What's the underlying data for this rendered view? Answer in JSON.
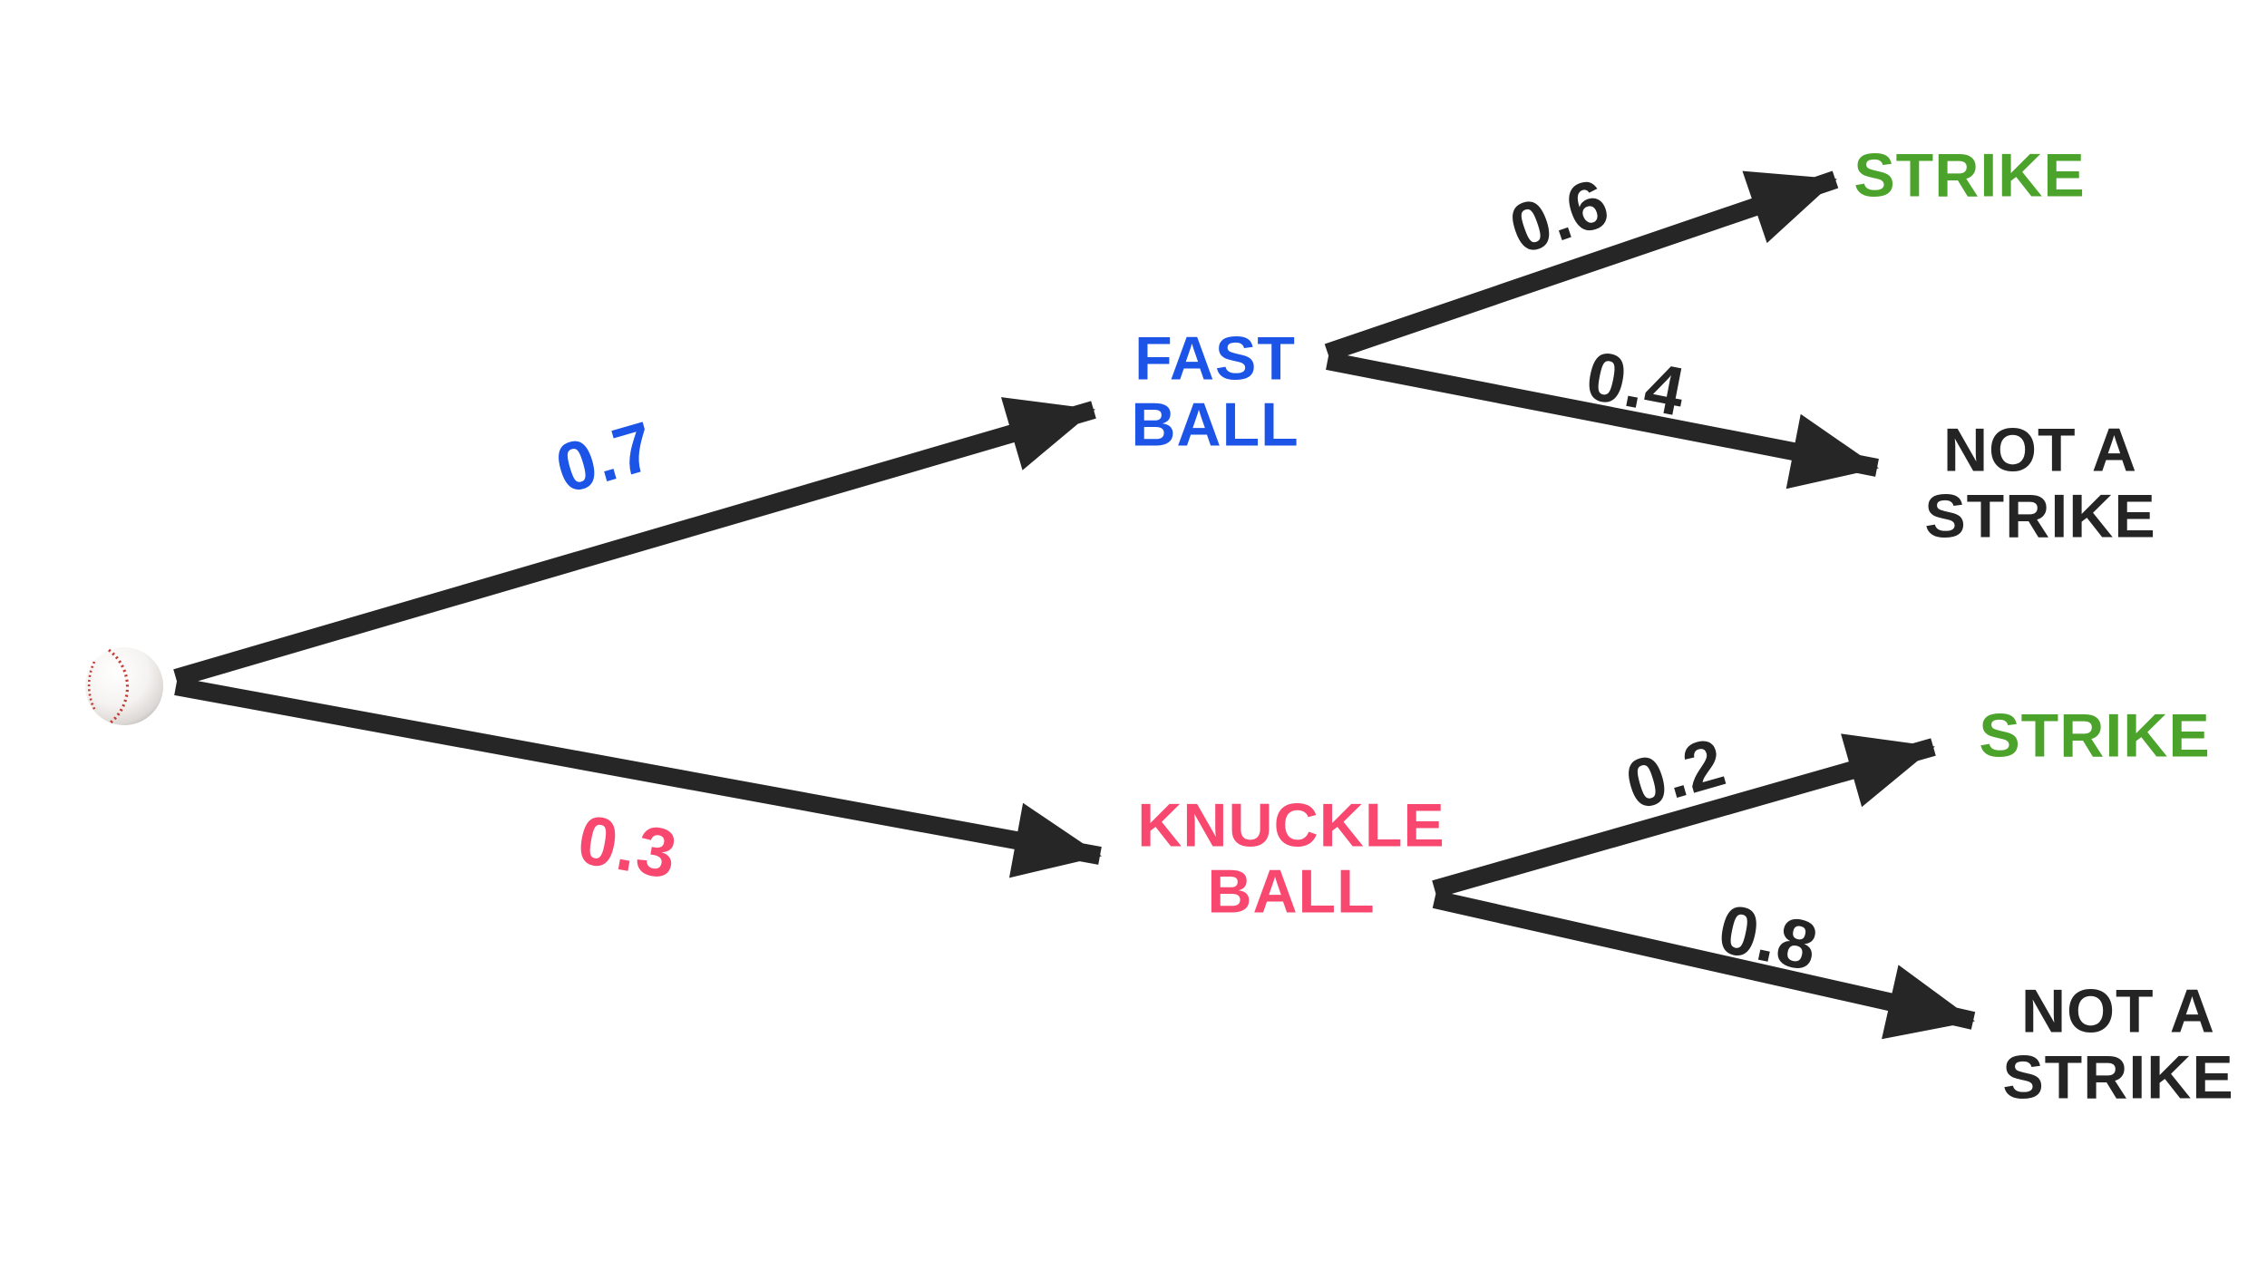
{
  "colors": {
    "background": "#FFFFFF",
    "branch_arrow_black": "#262626",
    "fastball_blue": "#1C54E8",
    "knuckleball_pink": "#F8486F",
    "strike_green": "#4CA32B",
    "outcome_black": "#242424",
    "baseball_stitch_red": "#C43B35"
  },
  "tree": {
    "root": {
      "icon": "baseball-icon"
    },
    "branches": [
      {
        "probability": "0.7",
        "label": "FAST\nBALL",
        "color": "#1C54E8",
        "children": [
          {
            "probability": "0.6",
            "label": "STRIKE",
            "color": "#4CA32B"
          },
          {
            "probability": "0.4",
            "label": "NOT A\nSTRIKE",
            "color": "#242424"
          }
        ]
      },
      {
        "probability": "0.3",
        "label": "KNUCKLE\nBALL",
        "color": "#F8486F",
        "children": [
          {
            "probability": "0.2",
            "label": "STRIKE",
            "color": "#4CA32B"
          },
          {
            "probability": "0.8",
            "label": "NOT A\nSTRIKE",
            "color": "#242424"
          }
        ]
      }
    ]
  }
}
